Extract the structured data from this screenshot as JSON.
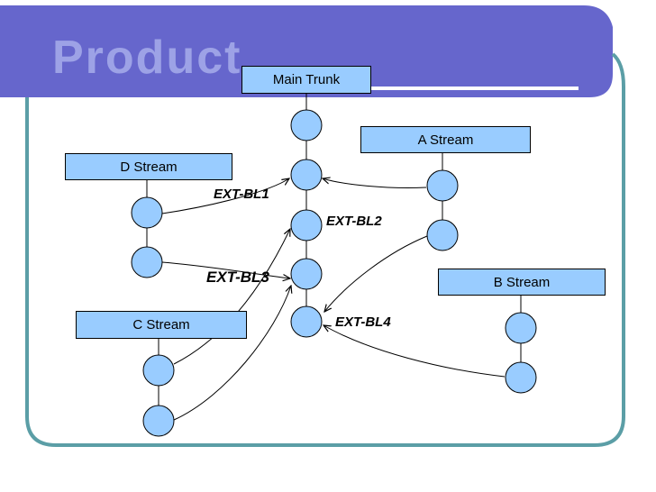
{
  "slide": {
    "title": "Product",
    "colors": {
      "header_band": "#6a6acd",
      "frame": "#5b9ea6",
      "node_fill": "#99ccff",
      "box_fill": "#99ccff"
    }
  },
  "diagram": {
    "streams": {
      "main": "Main Trunk",
      "a": "A Stream",
      "b": "B Stream",
      "c": "C Stream",
      "d": "D Stream"
    },
    "merge_labels": {
      "bl1": "EXT-BL1",
      "bl2": "EXT-BL2",
      "bl3": "EXT-BL3",
      "bl4": "EXT-BL4"
    },
    "edges": [
      {
        "from": "D Stream node 1",
        "to": "Main Trunk node 2",
        "label": "EXT-BL1"
      },
      {
        "from": "A Stream node 1",
        "to": "Main Trunk node 2",
        "label": ""
      },
      {
        "from": "C Stream node 1",
        "to": "Main Trunk node 3",
        "label": "EXT-BL2"
      },
      {
        "from": "D Stream node 2",
        "to": "Main Trunk node 4",
        "label": "EXT-BL3"
      },
      {
        "from": "C Stream node 2",
        "to": "Main Trunk node 4",
        "label": ""
      },
      {
        "from": "A Stream node 2",
        "to": "Main Trunk node 5",
        "label": "EXT-BL4"
      },
      {
        "from": "B Stream node 2",
        "to": "Main Trunk node 5",
        "label": ""
      }
    ]
  }
}
